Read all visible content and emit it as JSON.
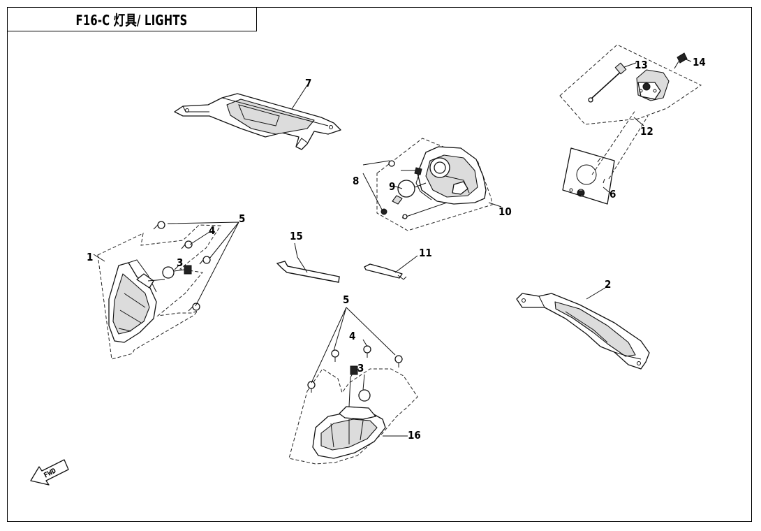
{
  "title": "F16-C  灯具/ LIGHTS",
  "direction_marker": "FWD",
  "callouts": {
    "c1": "1",
    "c2": "2",
    "c3a": "3",
    "c3b": "3",
    "c4a": "4",
    "c4b": "4",
    "c5a": "5",
    "c5b": "5",
    "c6": "6",
    "c7": "7",
    "c8": "8",
    "c9": "9",
    "c10": "10",
    "c11": "11",
    "c12": "12",
    "c13": "13",
    "c14": "14",
    "c15": "15",
    "c16": "16"
  }
}
